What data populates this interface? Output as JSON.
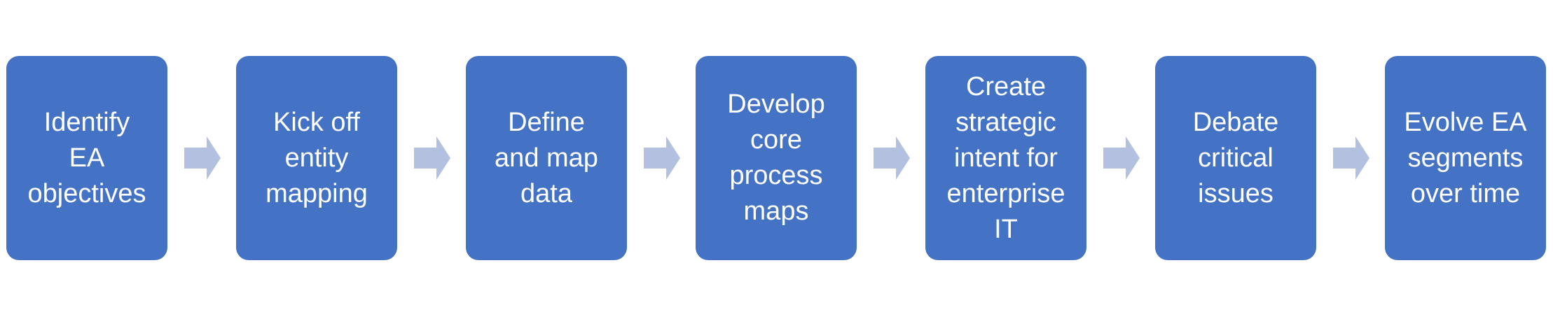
{
  "steps": [
    {
      "label": "Identify\nEA\nobjectives"
    },
    {
      "label": "Kick off\nentity\nmapping"
    },
    {
      "label": "Define\nand map\ndata"
    },
    {
      "label": "Develop\ncore\nprocess\nmaps"
    },
    {
      "label": "Create\nstrategic\nintent for\nenterprise\nIT"
    },
    {
      "label": "Debate\ncritical\nissues"
    },
    {
      "label": "Evolve EA\nsegments\nover time"
    }
  ],
  "colors": {
    "box": "#4472c4",
    "arrow": "#b4c0e0",
    "text": "#ffffff"
  },
  "icons": {
    "connector": "right-arrow-icon"
  }
}
